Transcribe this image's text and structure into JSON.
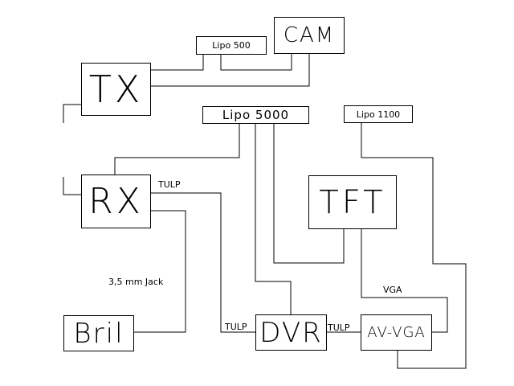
{
  "blocks": {
    "tx": "TX",
    "cam": "CAM",
    "rx": "RX",
    "tft": "TFT",
    "bril": "Bril",
    "dvr": "DVR",
    "av_vga": "AV-VGA",
    "lipo_500": "Lipo 500",
    "lipo_5000": "Lipo 5000",
    "lipo_1100": "Lipo 1100"
  },
  "labels": {
    "tulp_rx": "TULP",
    "tulp_dvr_in": "TULP",
    "tulp_dvr_out": "TULP",
    "vga": "VGA",
    "jack": "3,5 mm Jack"
  }
}
